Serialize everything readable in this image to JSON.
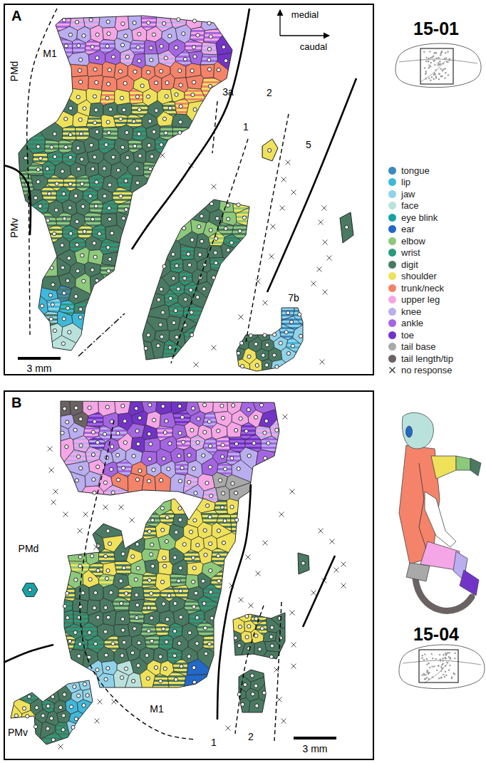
{
  "diagram": {
    "nodes": [
      {
        "text": [
          "A"
        ]
      },
      {
        "text": [
          "B"
        ]
      }
    ],
    "labels": [
      "15-01",
      "medial",
      "caudal",
      "M1",
      "PMd",
      "3a",
      "1",
      "2",
      "5",
      "PMv",
      "7b",
      "3 mm",
      "PMd",
      "PMv",
      "M1",
      "1",
      "2",
      "3 mm",
      "15-04"
    ],
    "legend": [
      {
        "text": "tongue",
        "color": "#3b8bc2"
      },
      {
        "text": "lip",
        "color": "#3fb8da"
      },
      {
        "text": "jaw",
        "color": "#8fd3ea"
      },
      {
        "text": "face",
        "color": "#b9e2dc"
      },
      {
        "text": "eye blink",
        "color": "#17a3a6"
      },
      {
        "text": "ear",
        "color": "#2369c9"
      },
      {
        "text": "elbow",
        "color": "#8dc97b"
      },
      {
        "text": "wrist",
        "color": "#2a9a7a"
      },
      {
        "text": "digit",
        "color": "#4a7a62"
      },
      {
        "text": "shoulder",
        "color": "#efe25a"
      },
      {
        "text": "trunk/neck",
        "color": "#f4836a"
      },
      {
        "text": "upper leg",
        "color": "#f5a6e6"
      },
      {
        "text": "knee",
        "color": "#baadf0"
      },
      {
        "text": "ankle",
        "color": "#a565e3"
      },
      {
        "text": "toe",
        "color": "#7333c9"
      },
      {
        "text": "tail base",
        "color": "#a9a9a9"
      },
      {
        "text": "tail length/tip",
        "color": "#6b6363"
      },
      {
        "text": "no response"
      }
    ]
  }
}
